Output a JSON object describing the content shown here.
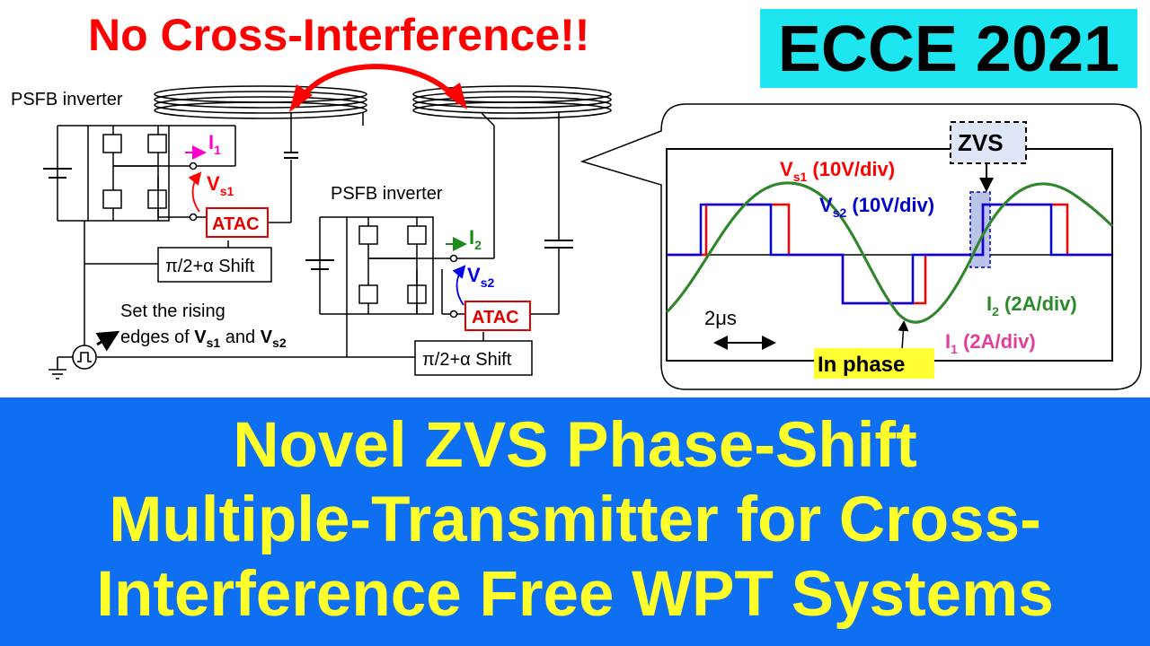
{
  "headline": "No Cross-Interference!!",
  "conference": "ECCE 2021",
  "circuit": {
    "inverter1_label": "PSFB inverter",
    "inverter2_label": "PSFB inverter",
    "current1": {
      "symbol": "I",
      "sub": "1"
    },
    "voltage1": {
      "symbol": "V",
      "sub": "s1"
    },
    "current2": {
      "symbol": "I",
      "sub": "2"
    },
    "voltage2": {
      "symbol": "V",
      "sub": "s2"
    },
    "atac_label": "ATAC",
    "shift_label": "π/2+α Shift",
    "note_line1": "Set the rising",
    "note_line2_prefix": "edges of ",
    "note_line2_mid": " and "
  },
  "scope": {
    "vs1_label": "(10V/div)",
    "vs2_label": "(10V/div)",
    "i2_label": "(2A/div)",
    "i1_label": "(2A/div)",
    "zvs_label": "ZVS",
    "time_label": "2μs",
    "in_phase_label": "In phase"
  },
  "colors": {
    "vs1": "#ff0000",
    "vs2": "#0000ee",
    "i1": "#e0409a",
    "i2": "#2a8a2a",
    "banner": "#0e6ff2",
    "title_text": "#ffff2a",
    "conf_bg": "#1ee6f0"
  },
  "title_lines": [
    "Novel ZVS Phase-Shift",
    "Multiple-Transmitter for Cross-",
    "Interference Free WPT Systems"
  ]
}
